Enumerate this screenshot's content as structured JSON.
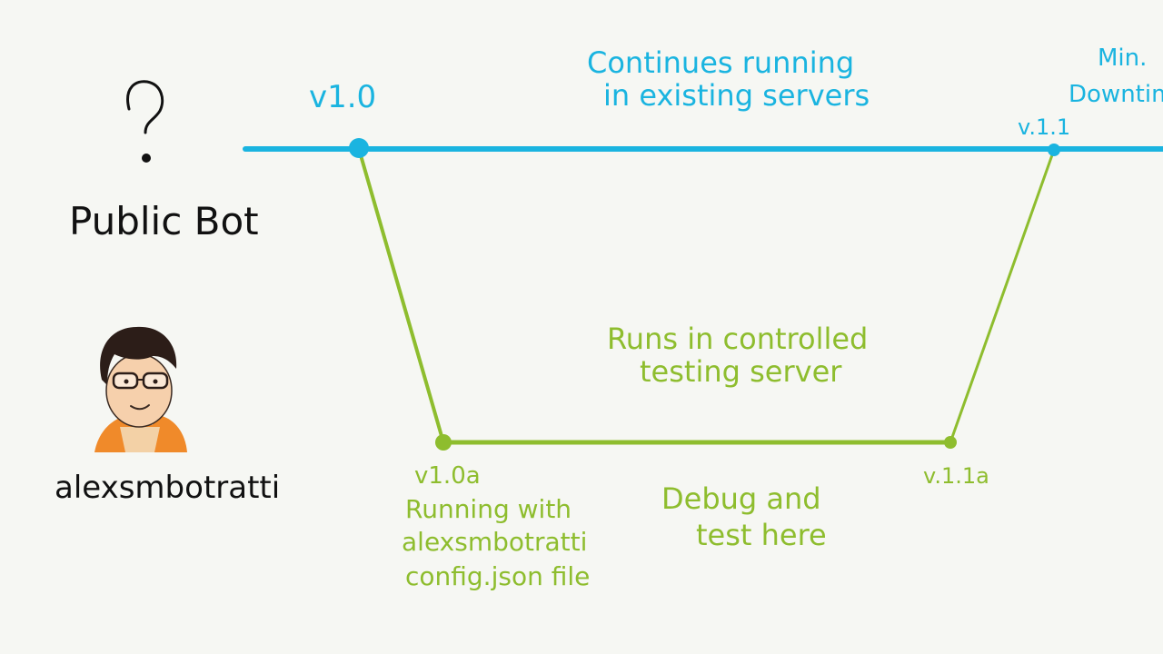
{
  "colors": {
    "background": "#f6f7f3",
    "production": "#1ab4e0",
    "testing": "#8ebd2e",
    "ink": "#111111"
  },
  "public_bot": {
    "label": "Public Bot",
    "icon": "question-mark-icon"
  },
  "developer": {
    "label": "alexsmbotratti",
    "icon": "developer-avatar"
  },
  "production": {
    "v1_0": "v1.0",
    "v1_1": "v.1.1",
    "note_line1": "Continues running",
    "note_line2": "in existing servers",
    "min_line1": "Min.",
    "min_line2": "Downtime!"
  },
  "testing": {
    "v1_0a": "v1.0a",
    "v1_1a": "v.1.1a",
    "note_line1": "Runs in controlled",
    "note_line2": "testing server",
    "running_line1": "Running with",
    "running_line2": "alexsmbotratti",
    "running_line3": "config.json file",
    "debug_line1": "Debug and",
    "debug_line2": "test here"
  }
}
